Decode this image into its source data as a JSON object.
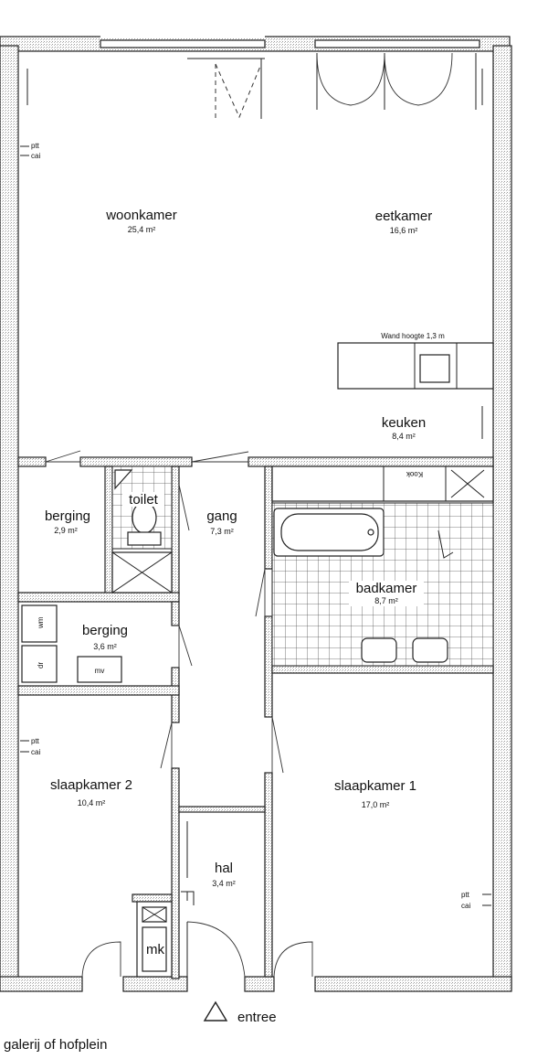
{
  "rooms": {
    "woonkamer": {
      "name": "woonkamer",
      "area": "25,4 m²"
    },
    "eetkamer": {
      "name": "eetkamer",
      "area": "16,6 m²"
    },
    "keuken": {
      "name": "keuken",
      "area": "8,4 m²"
    },
    "berging_1": {
      "name": "berging",
      "area": "2,9 m²"
    },
    "toilet": {
      "name": "toilet"
    },
    "gang": {
      "name": "gang",
      "area": "7,3 m²"
    },
    "badkamer": {
      "name": "badkamer",
      "area": "8,7 m²"
    },
    "berging_2": {
      "name": "berging",
      "area": "3,6 m²"
    },
    "slaapkamer_2": {
      "name": "slaapkamer 2",
      "area": "10,4 m²"
    },
    "slaapkamer_1": {
      "name": "slaapkamer 1",
      "area": "17,0 m²"
    },
    "hal": {
      "name": "hal",
      "area": "3,4 m²"
    }
  },
  "annotations": {
    "wall_height": "Wand hoogte 1,3 m",
    "kook": "Kook",
    "mv": "mv",
    "mk": "mk",
    "ptt": "ptt",
    "cai": "cai",
    "entree": "entree",
    "galerij": "galerij of hofplein"
  },
  "colors": {
    "line": "#222222",
    "background": "#ffffff"
  }
}
